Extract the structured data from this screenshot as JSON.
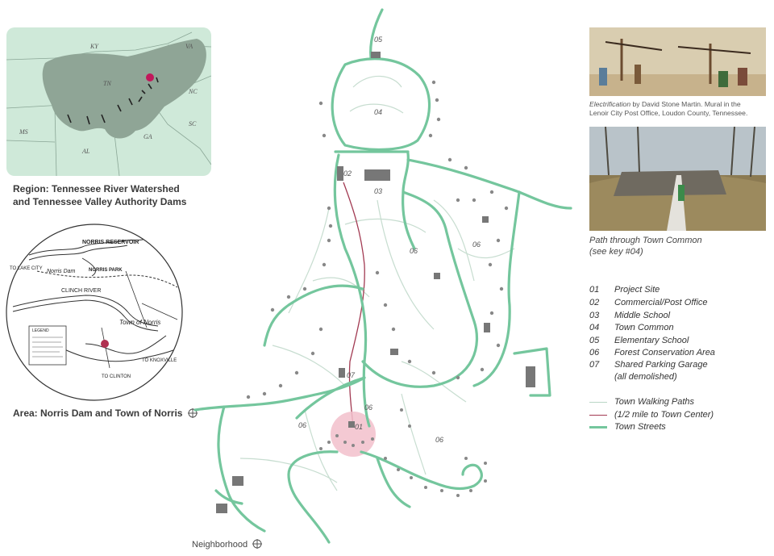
{
  "region_map": {
    "caption_line1": "Region: Tennessee River Watershed",
    "caption_line2": "and Tennessee Valley Authority Dams",
    "state_labels": [
      "KY",
      "VA",
      "TN",
      "NC",
      "MS",
      "AL",
      "GA",
      "SC"
    ],
    "colors": {
      "background": "#cfe9d9",
      "watershed": "#8fa596",
      "dam_marks": "#222222",
      "highlight": "#c2185b"
    }
  },
  "area_map": {
    "caption": "Area: Norris Dam and Town of Norris",
    "labels": {
      "reservoir": "NORRIS RESERVOIR",
      "park": "NORRIS PARK",
      "dam": "Norris Dam",
      "lake_city": "TO LAKE CITY",
      "river": "CLINCH RIVER",
      "town": "Town of Norris",
      "to_clinton": "TO CLINTON",
      "to_knoxville": "TO KNOXVILLE",
      "legend": "LEGEND"
    }
  },
  "photos": {
    "mural_caption_title": "Electrification",
    "mural_caption_rest": " by David Stone Martin. Mural in the",
    "mural_caption_line2": "Lenoir City Post Office, Loudon County, Tennessee.",
    "path_caption_line1": "Path through Town Common",
    "path_caption_line2": "(see key #04)"
  },
  "legend": {
    "items": [
      {
        "key": "01",
        "label": "Project Site"
      },
      {
        "key": "02",
        "label": "Commercial/Post Office"
      },
      {
        "key": "03",
        "label": "Middle School"
      },
      {
        "key": "04",
        "label": "Town Common"
      },
      {
        "key": "05",
        "label": "Elementary School"
      },
      {
        "key": "06",
        "label": "Forest Conservation Area"
      },
      {
        "key": "07",
        "label": "Shared Parking Garage"
      }
    ],
    "demolished_note": "(all demolished)",
    "lines": [
      {
        "label": "Town Walking Paths",
        "color": "#b9d6c6"
      },
      {
        "label": "(1/2 mile to Town Center)",
        "color": "#a23a52"
      },
      {
        "label": "Town Streets",
        "color": "#74c69d"
      }
    ]
  },
  "site_map": {
    "labels": {
      "k01": "01",
      "k02": "02",
      "k03": "03",
      "k04": "04",
      "k05": "05",
      "k06a": "06",
      "k06b": "06",
      "k06c": "06",
      "k06d": "06",
      "k06e": "06",
      "k07": "07"
    },
    "neighborhood": "Neighborhood",
    "colors": {
      "street": "#74c69d",
      "path": "#c7ddd0",
      "route": "#a23a52",
      "site": "#f2c0cb",
      "building": "#777777"
    }
  }
}
